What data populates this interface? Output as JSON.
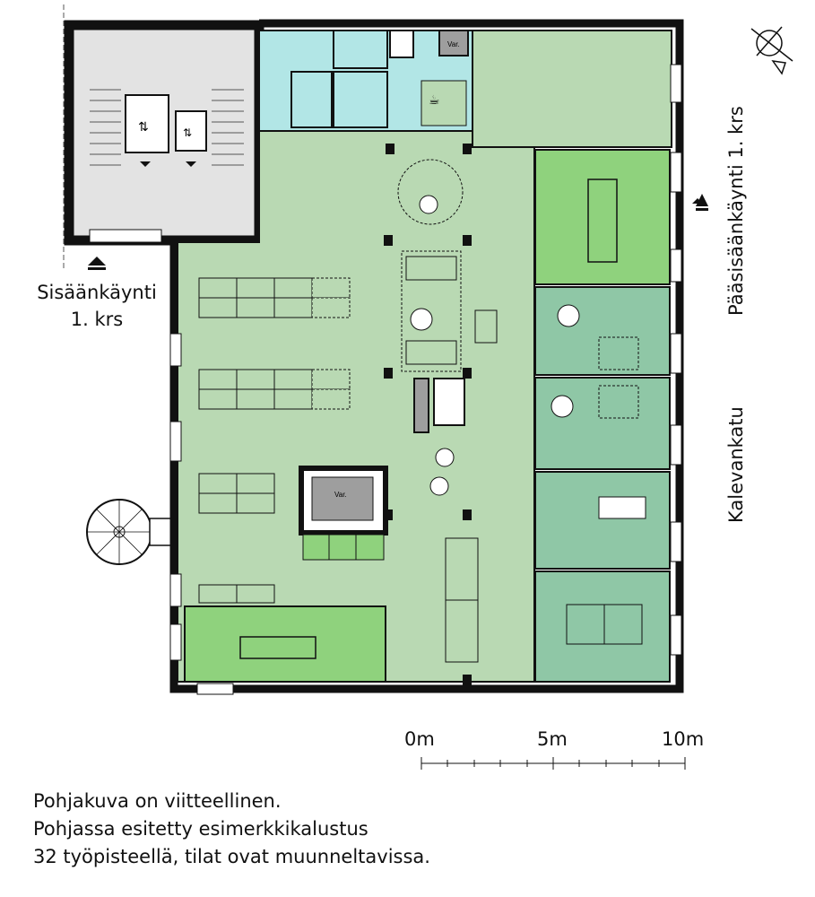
{
  "entrance_label": {
    "line1": "Sisäänkäynti",
    "line2": "1. krs"
  },
  "main_entrance_label": "Pääsisäänkäynti 1. krs",
  "street_label": "Kalevankatu",
  "storage_label": "Var.",
  "scale": {
    "marks": [
      "0m",
      "5m",
      "10m"
    ]
  },
  "notes": [
    "Pohjakuva on viitteellinen.",
    "Pohjassa esitetty esimerkkikalustus",
    "32 työpisteellä, tilat ovat muunneltavissa."
  ],
  "colors": {
    "open_office": "#b9d9b3",
    "meeting_room": "#8fd27d",
    "small_office": "#8fc7a6",
    "wc": "#b2e6e6",
    "stair_core": "#e3e3e3",
    "wall": "#111111"
  }
}
